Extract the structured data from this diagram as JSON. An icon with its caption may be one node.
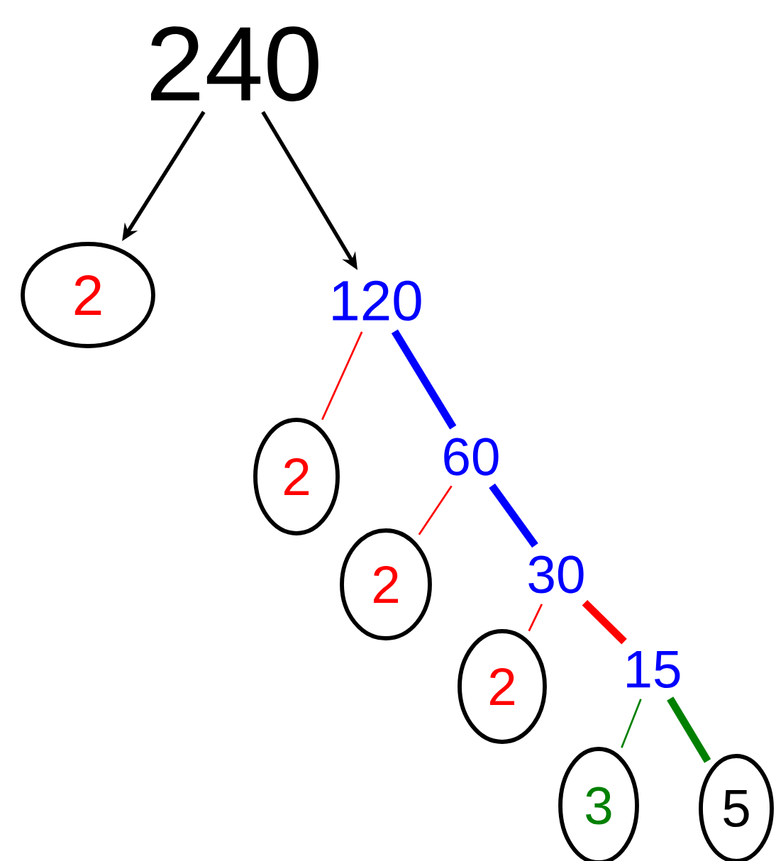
{
  "diagram": {
    "nodes": [
      {
        "text": [
          "240"
        ]
      },
      {
        "text": [
          "2"
        ]
      },
      {
        "text": [
          "120"
        ]
      },
      {
        "text": [
          "2"
        ]
      },
      {
        "text": [
          "60"
        ]
      },
      {
        "text": [
          "2"
        ]
      },
      {
        "text": [
          "30"
        ]
      },
      {
        "text": [
          "2"
        ]
      },
      {
        "text": [
          "15"
        ]
      },
      {
        "text": [
          "3"
        ]
      },
      {
        "text": [
          "5"
        ]
      }
    ],
    "edges": [
      {
        "from": 0,
        "to": 1,
        "arrow": "to",
        "color": "#000000"
      },
      {
        "from": 0,
        "to": 2,
        "arrow": "to",
        "color": "#000000"
      },
      {
        "from": 2,
        "to": 3,
        "arrow": "none"
      },
      {
        "from": 2,
        "to": 4,
        "arrow": "none",
        "style": "thick",
        "color": "#0000ff"
      },
      {
        "from": 4,
        "to": 5,
        "arrow": "none"
      },
      {
        "from": 4,
        "to": 6,
        "arrow": "none",
        "style": "thick",
        "color": "#0000ff"
      },
      {
        "from": 6,
        "to": 7,
        "arrow": "none"
      },
      {
        "from": 6,
        "to": 8,
        "arrow": "none",
        "style": "thick"
      },
      {
        "from": 8,
        "to": 9,
        "arrow": "none",
        "color": "#008000"
      },
      {
        "from": 8,
        "to": 10,
        "arrow": "none",
        "style": "thick",
        "color": "#008000"
      }
    ]
  }
}
